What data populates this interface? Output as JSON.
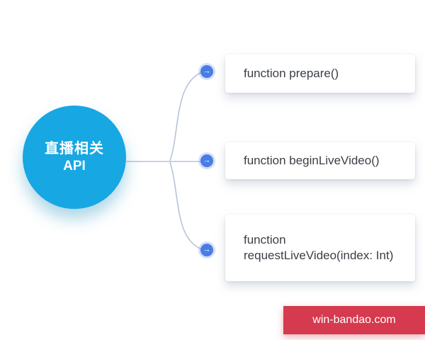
{
  "diagram": {
    "root": {
      "label_line1": "直播相关",
      "label_line2": "API",
      "color": "#17a7e2"
    },
    "branch_icon": {
      "name": "arrow-right-icon",
      "glyph": "→",
      "color": "#4a7de4"
    },
    "nodes": [
      {
        "label": "function prepare()"
      },
      {
        "label": "function beginLiveVideo()"
      },
      {
        "label": "function requestLiveVideo(index: Int)"
      }
    ],
    "connector_color": "#b8c3d6"
  },
  "watermark": {
    "text": "win-bandao.com",
    "color": "#d53a4e"
  }
}
